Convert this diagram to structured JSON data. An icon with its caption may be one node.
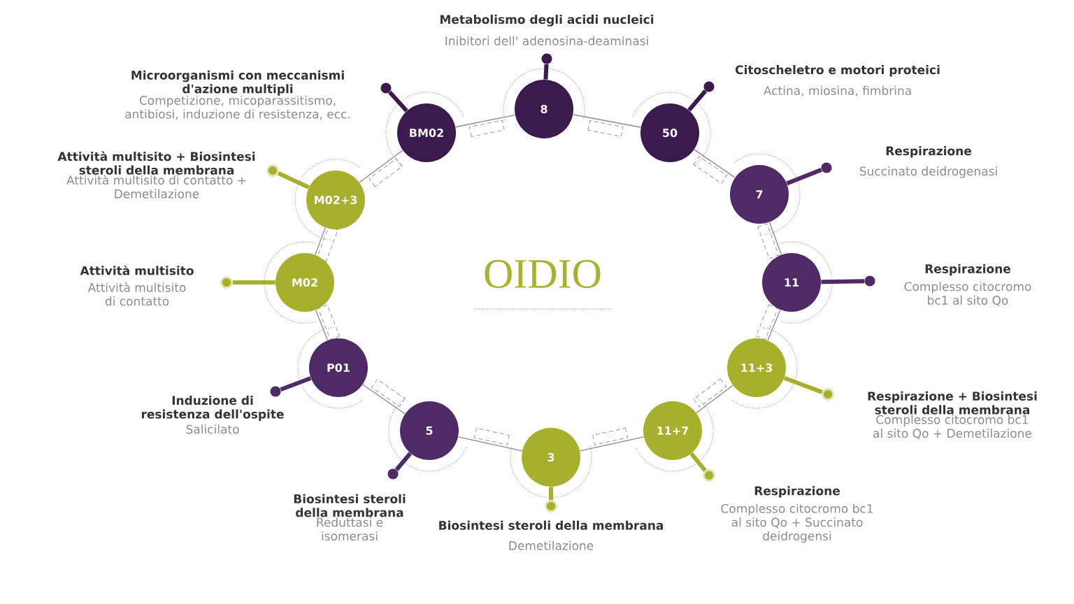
{
  "diagram": {
    "title": "OIDIO",
    "nodes": [
      {
        "text": [
          "8"
        ]
      },
      {
        "text": [
          "50"
        ]
      },
      {
        "text": [
          "7"
        ]
      },
      {
        "text": [
          "11"
        ]
      },
      {
        "text": [
          "11+3"
        ]
      },
      {
        "text": [
          "11+7"
        ]
      },
      {
        "text": [
          "3"
        ]
      },
      {
        "text": [
          "5"
        ]
      },
      {
        "text": [
          "P01"
        ]
      },
      {
        "text": [
          "M02"
        ]
      },
      {
        "text": [
          "M02+3"
        ]
      },
      {
        "text": [
          "BM02"
        ]
      },
      {
        "text": [],
        "shape": "circle",
        "beside": [
          "Metabolismo degli acidi nucleici",
          "Inibitori dell' adenosina-deaminasi"
        ]
      },
      {
        "text": [],
        "shape": "circle",
        "beside": [
          "Citoscheletro e motori proteici",
          "Actina, miosina, fimbrina"
        ]
      },
      {
        "text": [],
        "shape": "circle",
        "beside": [
          "Respirazione",
          "Succinato deidrogenasi"
        ]
      },
      {
        "text": [],
        "shape": "circle",
        "beside": [
          "Respirazione",
          "Complesso citocromo bc1 al sito Qo"
        ]
      },
      {
        "text": [],
        "shape": "circle",
        "beside": [
          "Respirazione + Biosintesi steroli della membrana",
          "Complesso citocromo bc1 al sito Qo + Demetilazione"
        ]
      },
      {
        "text": [],
        "shape": "circle",
        "beside": [
          "Respirazione",
          "Complesso citocromo bc1 al sito Qo + Succinato deidrogensi"
        ]
      },
      {
        "text": [],
        "shape": "circle",
        "beside": [
          "Biosintesi steroli della membrana",
          "Demetilazione"
        ]
      },
      {
        "text": [],
        "shape": "circle",
        "beside": [
          "Biosintesi steroli della membrana",
          "Reduttasi e isomerasi"
        ]
      },
      {
        "text": [],
        "shape": "circle",
        "beside": [
          "Induzione di resistenza dell'ospite",
          "Salicilato"
        ]
      },
      {
        "text": [],
        "shape": "circle",
        "beside": [
          "Attività multisito",
          "Attività multisito di contatto"
        ]
      },
      {
        "text": [],
        "shape": "circle",
        "beside": [
          "Attività multisito + Biosintesi steroli della membrana",
          "Attività multisito di contatto + Demetilazione"
        ]
      },
      {
        "text": [],
        "shape": "circle",
        "beside": [
          "Microorganismi con meccanismi d'azione multipli",
          "Competizione, micoparassitismo, antibiosi, induzione di resistenza, ecc."
        ]
      }
    ],
    "edges": [
      {
        "from": 0,
        "to": 1,
        "arrow": "none"
      },
      {
        "from": 1,
        "to": 2,
        "arrow": "none"
      },
      {
        "from": 2,
        "to": 3,
        "arrow": "none"
      },
      {
        "from": 3,
        "to": 4,
        "arrow": "none"
      },
      {
        "from": 4,
        "to": 5,
        "arrow": "none"
      },
      {
        "from": 5,
        "to": 6,
        "arrow": "none"
      },
      {
        "from": 6,
        "to": 7,
        "arrow": "none"
      },
      {
        "from": 7,
        "to": 8,
        "arrow": "none"
      },
      {
        "from": 8,
        "to": 9,
        "arrow": "none"
      },
      {
        "from": 9,
        "to": 10,
        "arrow": "none"
      },
      {
        "from": 10,
        "to": 11,
        "arrow": "none"
      },
      {
        "from": 11,
        "to": 0,
        "arrow": "none"
      },
      {
        "from": 0,
        "to": 12,
        "arrow": "none",
        "style": "thick",
        "color": "#3b1a4e"
      },
      {
        "from": 1,
        "to": 13,
        "arrow": "none",
        "style": "thick",
        "color": "#3b1a4e"
      },
      {
        "from": 2,
        "to": 14,
        "arrow": "none",
        "style": "thick",
        "color": "#4e2a66"
      },
      {
        "from": 3,
        "to": 15,
        "arrow": "none",
        "style": "thick",
        "color": "#4e2a66"
      },
      {
        "from": 4,
        "to": 16,
        "arrow": "none",
        "style": "thick",
        "color": "#a7b02c"
      },
      {
        "from": 5,
        "to": 17,
        "arrow": "none",
        "style": "thick",
        "color": "#a7b02c"
      },
      {
        "from": 6,
        "to": 18,
        "arrow": "none",
        "style": "thick",
        "color": "#a7b02c"
      },
      {
        "from": 7,
        "to": 19,
        "arrow": "none",
        "style": "thick",
        "color": "#4e2a66"
      },
      {
        "from": 8,
        "to": 20,
        "arrow": "none",
        "style": "thick",
        "color": "#4e2a66"
      },
      {
        "from": 9,
        "to": 21,
        "arrow": "none",
        "style": "thick",
        "color": "#a7b02c"
      },
      {
        "from": 10,
        "to": 22,
        "arrow": "none",
        "style": "thick",
        "color": "#a7b02c"
      },
      {
        "from": 11,
        "to": 23,
        "arrow": "none",
        "style": "thick",
        "color": "#3b1a4e"
      }
    ]
  }
}
